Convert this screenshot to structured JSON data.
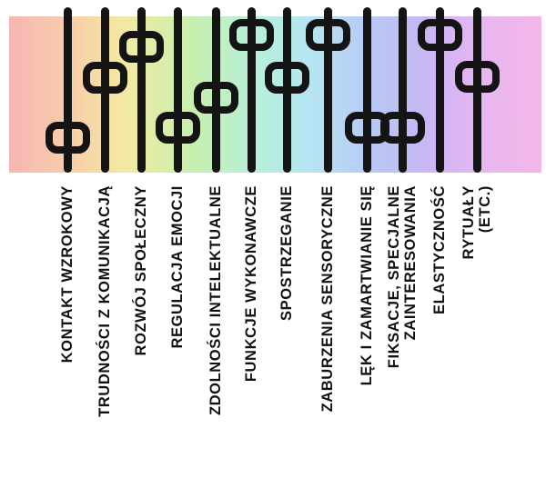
{
  "equalizer": {
    "channels": [
      {
        "label": "KONTAKT WZROKOWY",
        "level": 0.18
      },
      {
        "label": "TRUDNOŚCI Z KOMUNIKACJĄ",
        "level": 0.6
      },
      {
        "label": "ROZWÓJ SPOŁECZNY",
        "level": 0.82
      },
      {
        "label": "REGULACJA EMOCJI",
        "level": 0.25
      },
      {
        "label": "ZDOLNOŚCI INTELEKTUALNE",
        "level": 0.46
      },
      {
        "label": "FUNKCJE WYKONAWCZE",
        "level": 0.9
      },
      {
        "label": "SPOSTRZEGANIE",
        "level": 0.6
      },
      {
        "label": "ZABURZENIA SENSORYCZNE",
        "level": 0.9
      },
      {
        "label": "LĘK I ZAMARTWIANIE SIĘ",
        "level": 0.25
      },
      {
        "label": "FIKSACJE, SPECJALNE\nZAINTERESOWANIA",
        "level": 0.25
      },
      {
        "label": "ELASTYCZNOŚĆ",
        "level": 0.9
      },
      {
        "label": "RYTUAŁY\n(ETC.)",
        "level": 0.61
      }
    ]
  }
}
